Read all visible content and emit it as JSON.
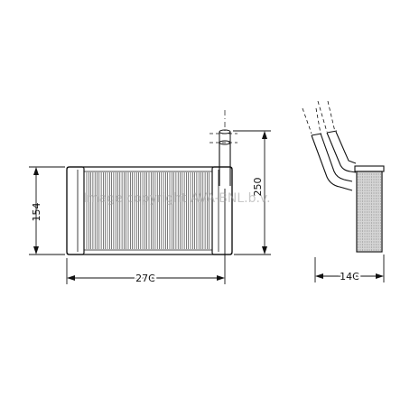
{
  "drawing": {
    "dimensions": {
      "core_height": "154",
      "overall_height": "250",
      "core_width": "27C",
      "depth": "14C"
    },
    "watermark": "Image copyright AVA-BNL.b.v.",
    "colors": {
      "line": "#111111",
      "watermark": "#9a9a9a"
    }
  }
}
